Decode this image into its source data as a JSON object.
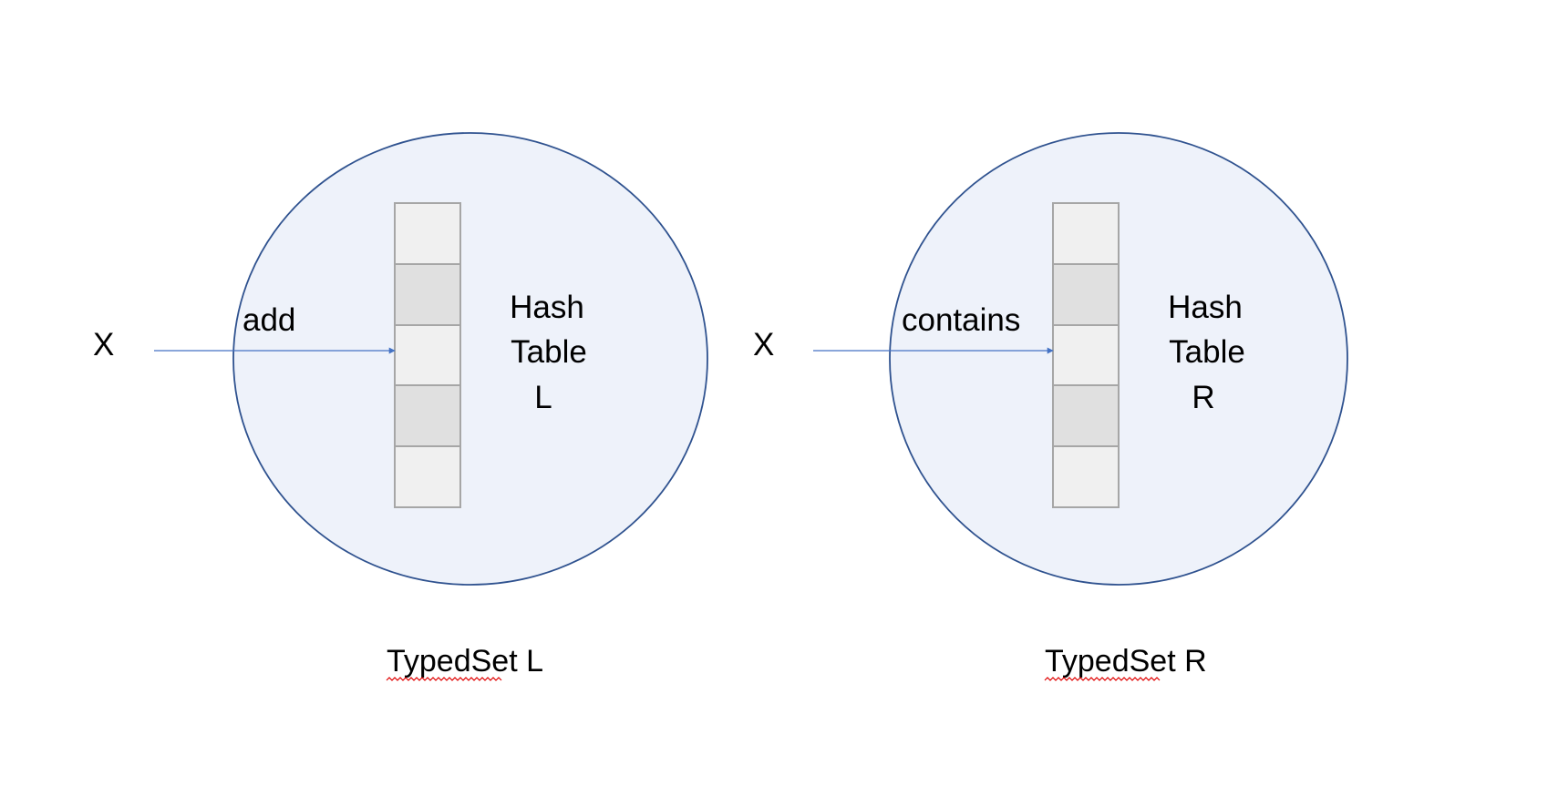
{
  "colors": {
    "ellipse_fill": "#eef2fa",
    "ellipse_stroke": "#2f528f",
    "arrow": "#4472c4",
    "cell_light": "#f0f0f0",
    "cell_dark": "#e0e0e0",
    "cell_stroke": "#a6a6a6",
    "spellcheck_underline": "#e00000"
  },
  "left": {
    "input_label": "X",
    "operation_label": "add",
    "table_label_line1": "Hash",
    "table_label_line2": "Table",
    "table_label_line3": "L",
    "caption_word": "TypedSet",
    "caption_suffix": " L"
  },
  "right": {
    "input_label": "X",
    "operation_label": "contains",
    "table_label_line1": "Hash",
    "table_label_line2": "Table",
    "table_label_line3": "R",
    "caption_word": "TypedSet",
    "caption_suffix": " R"
  }
}
